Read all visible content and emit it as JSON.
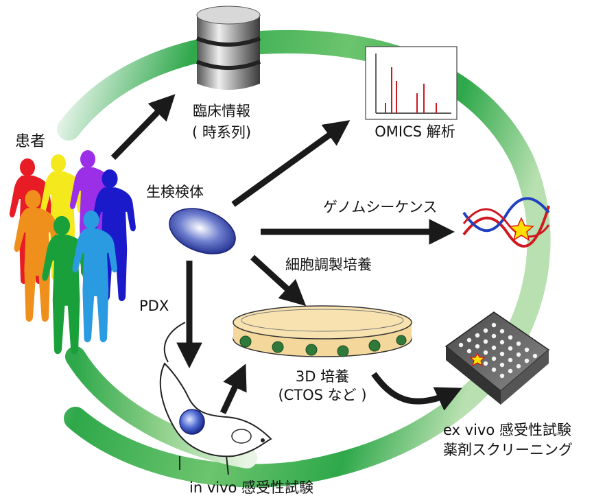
{
  "labels": {
    "patients": "患者",
    "clinical_info_line1": "臨床情報",
    "clinical_info_line2": "( 時系列)",
    "omics": "OMICS 解析",
    "biopsy": "生検検体",
    "genome": "ゲノムシーケンス",
    "cell_culture": "細胞調製培養",
    "pdx": "PDX",
    "culture3d_line1": "3D 培養",
    "culture3d_line2": "(CTOS など )",
    "invivo": "in vivo 感受性試験",
    "exvivo_line1": "ex vivo 感受性試験",
    "exvivo_line2": "薬剤スクリーニング"
  },
  "colors": {
    "ring_dark": "#2ea84a",
    "ring_light": "#ffffff",
    "arrow": "#1a1a1a",
    "tumor": "#2b3a9a",
    "mouse_tumor": "#3a55c4",
    "omics_peaks": "#d01820",
    "dna_red": "#d01820",
    "dna_blue": "#2040c0",
    "star_fill": "#ffe000",
    "star_stroke": "#e01010",
    "dish_fill": "#f3d79b",
    "organoid": "#2f7a3a"
  },
  "figures": {
    "people": [
      {
        "color": "#e81c24"
      },
      {
        "color": "#f4e91c"
      },
      {
        "color": "#9b2fe8"
      },
      {
        "color": "#1a1acb"
      },
      {
        "color": "#f0901c"
      },
      {
        "color": "#1aa03a"
      },
      {
        "color": "#2a9be0"
      }
    ]
  }
}
